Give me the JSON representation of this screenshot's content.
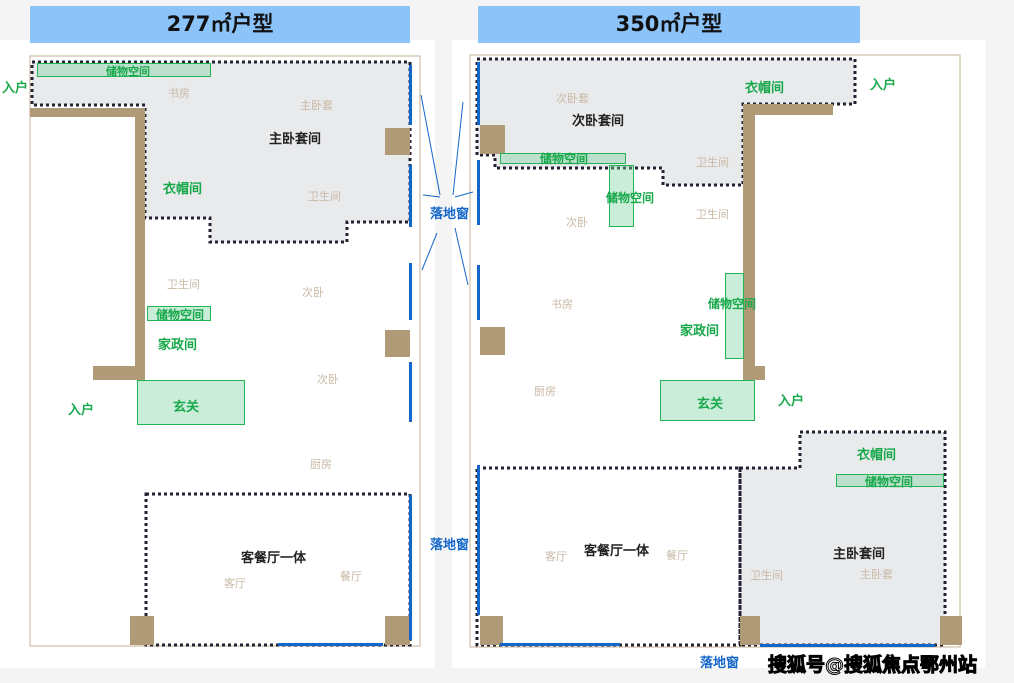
{
  "plans": [
    {
      "title": "277㎡户型",
      "labels": {
        "master_suite": "主卧套间",
        "cloakroom": "衣帽间",
        "storage_1": "储物空间",
        "storage_2": "储物空间",
        "entry_1": "入户",
        "entry_2": "入户",
        "foyer": "玄关",
        "housekeeping": "家政间",
        "living_dining": "客餐厅一体",
        "window_1": "落地窗",
        "window_2": "落地窗"
      },
      "faint": {
        "study": "书房",
        "master_bed": "主卧套",
        "bath_1": "卫生间",
        "bath_2": "卫生间",
        "bed_2": "次卧",
        "bed_3": "次卧",
        "kitchen": "厨房",
        "living": "客厅",
        "dining": "餐厅"
      }
    },
    {
      "title": "350㎡户型",
      "labels": {
        "second_suite": "次卧套间",
        "cloakroom_1": "衣帽间",
        "storage_1": "储物空间",
        "storage_2": "储物空间",
        "storage_3": "储物空间",
        "entry_1": "入户",
        "entry_2": "入户",
        "foyer": "玄关",
        "housekeeping": "家政间",
        "living_dining": "客餐厅一体",
        "master_suite": "主卧套间",
        "cloakroom_2": "衣帽间",
        "storage_4": "储物空间",
        "window": "落地窗"
      },
      "faint": {
        "second_bed_suite": "次卧套",
        "bath_1": "卫生间",
        "bath_2": "卫生间",
        "bath_3": "卫生间",
        "bed": "次卧",
        "study": "书房",
        "kitchen": "厨房",
        "living": "客厅",
        "dining": "餐厅",
        "master_bed": "主卧套"
      }
    }
  ],
  "watermark": "搜狐号@搜狐焦点鄂州站"
}
